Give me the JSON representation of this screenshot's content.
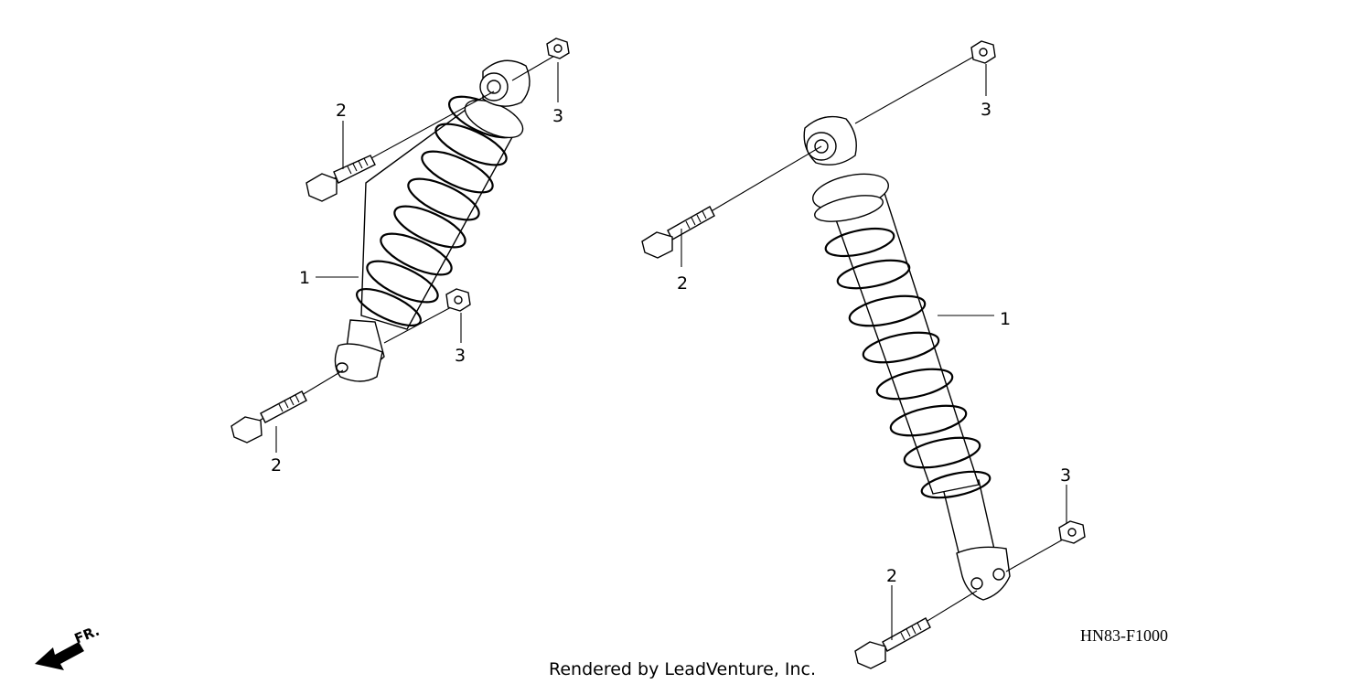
{
  "callouts": {
    "left_shock": "1",
    "left_bolt_top": "2",
    "left_nut_top": "3",
    "left_nut_bottom": "3",
    "left_bolt_bottom": "2",
    "right_shock": "1",
    "right_bolt_top": "2",
    "right_nut_top": "3",
    "right_nut_bottom": "3",
    "right_bolt_bottom": "2"
  },
  "diagram_code": "HN83-F1000",
  "credit": "Rendered by LeadVenture, Inc.",
  "front_marker": "FR."
}
